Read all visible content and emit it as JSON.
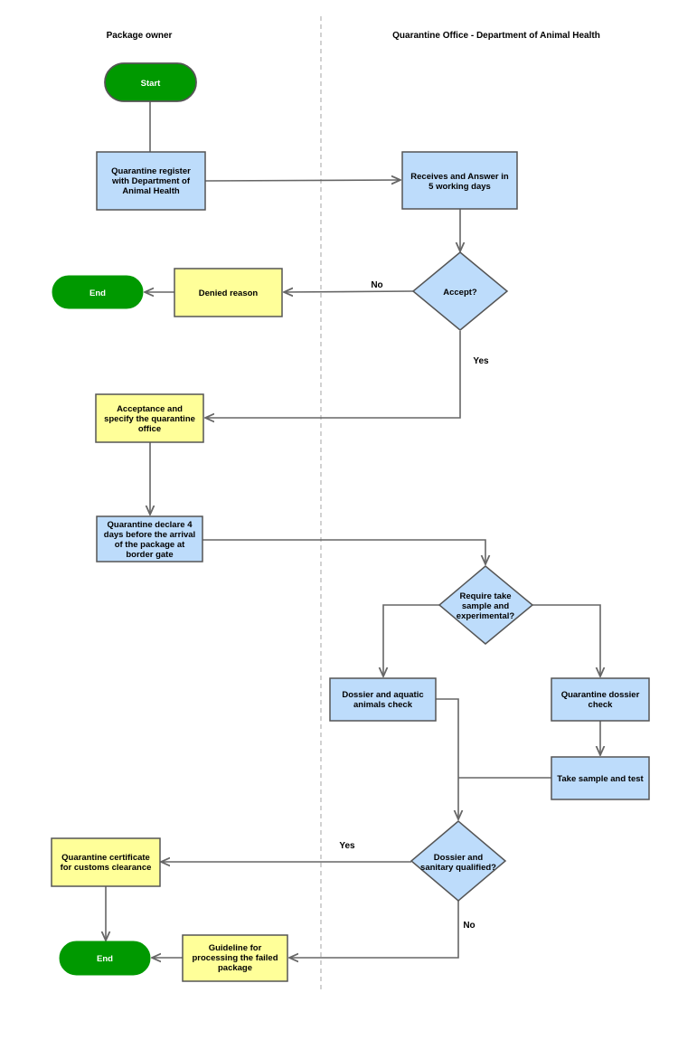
{
  "lanes": {
    "left": "Package owner",
    "right": "Quarantine Office - Department of Animal Health"
  },
  "colors": {
    "terminal": "#009900",
    "process_blue": "#bddcfb",
    "process_yellow": "#ffff99",
    "decision": "#bddcfb",
    "stroke": "#666666"
  },
  "nodes": {
    "start": "Start",
    "register": [
      "Quarantine register",
      "with Department of",
      "Animal Health"
    ],
    "receives": [
      "Receives and Answer in",
      "5 working days"
    ],
    "accept": "Accept?",
    "denied": "Denied reason",
    "end1": "End",
    "acceptance": [
      "Acceptance and",
      "specify the quarantine",
      "office"
    ],
    "declare": [
      "Quarantine declare 4",
      "days before the arrival",
      "of the package at",
      "border gate"
    ],
    "require": [
      "Require take",
      "sample and",
      "experimental?"
    ],
    "dossier_aquatic": [
      "Dossier and aquatic",
      "animals check"
    ],
    "quarantine_dossier": [
      "Quarantine dossier",
      "check"
    ],
    "take_sample": "Take sample and test",
    "qualified": [
      "Dossier and",
      "sanitary qualified?"
    ],
    "certificate": [
      "Quarantine certificate",
      "for customs clearance"
    ],
    "guideline": [
      "Guideline for",
      "processing the failed",
      "package"
    ],
    "end2": "End"
  },
  "edge_labels": {
    "no1": "No",
    "yes1": "Yes",
    "yes2": "Yes",
    "no2": "No"
  }
}
